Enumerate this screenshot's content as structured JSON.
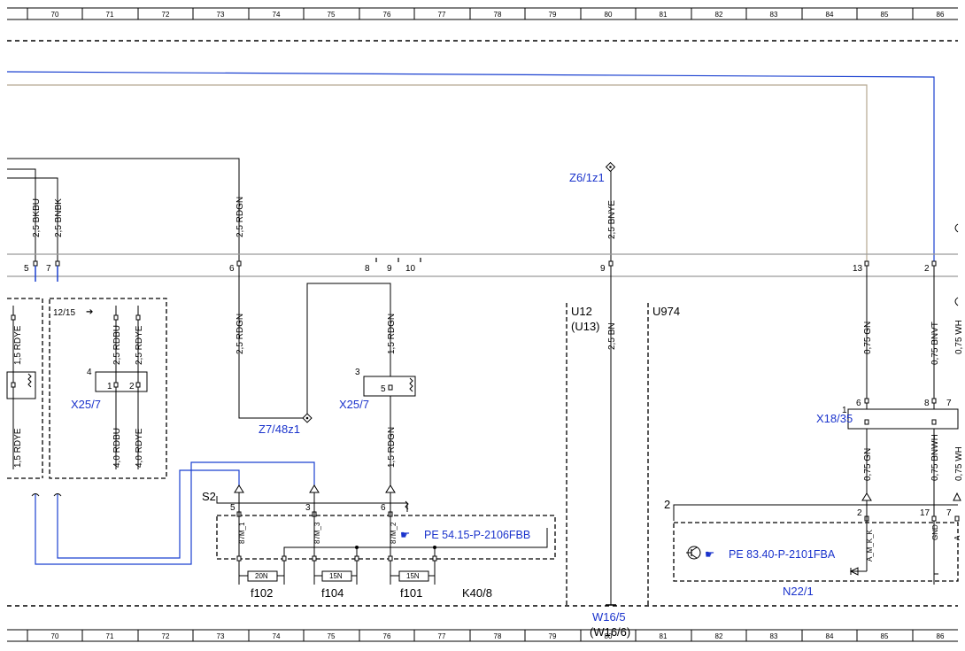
{
  "ruler": {
    "columns": [
      "70",
      "71",
      "72",
      "73",
      "74",
      "75",
      "76",
      "77",
      "78",
      "79",
      "80",
      "81",
      "82",
      "83",
      "84",
      "85",
      "86"
    ]
  },
  "connector_bar": {
    "pins": [
      "5",
      "7",
      "6",
      "8",
      "9",
      "10",
      "9",
      "13",
      "2"
    ]
  },
  "wires": {
    "w_bkbu": "2,5 BKBU",
    "w_bnbk": "2,5 BNBK",
    "w_rdgn_top": "2,5 RDGN",
    "w_bnye": "2,5 BNYE",
    "w_rdgn_left": "2,5 RDGN",
    "w_rdgn_mid": "1,5 RDGN",
    "w_rdgn_low": "1,5 RDGN",
    "w_bn": "2,5 BN",
    "w_gn_top": "0,75 GN",
    "w_bnvt": "0,75 BNVT",
    "w_gn_low": "0,75 GN",
    "w_bnwh": "0,75 BNWH",
    "w_wh_top": "0,75 WH",
    "w_wh_low": "0,75 WH",
    "w_rdye_a": "1,5 RDYE",
    "w_rdye_b": "1,5 RDYE",
    "w_rdbu_a": "2,5 RDBU",
    "w_rdye_c": "2,5 RDYE",
    "w_rdbu_b": "4,0 RDBU",
    "w_rdye_d": "4,0 RDYE"
  },
  "components": {
    "z6": "Z6/1z1",
    "z7": "Z7/48z1",
    "x25_left": "X25/7",
    "x25_mid": "X25/7",
    "x18": "X18/35",
    "u12": "U12",
    "u13": "(U13)",
    "u974": "U974",
    "w16": "W16/5",
    "w16b": "(W16/6)",
    "k40": "K40/8",
    "n22": "N22/1",
    "sheet_ref": "12/15"
  },
  "labels": {
    "s2": "S2",
    "pin_4": "4",
    "pin_1": "1",
    "pin_2": "2",
    "pin_3": "3",
    "pin_5": "5",
    "pin_x18_1": "1",
    "pin_x18_6": "6",
    "pin_x18_8": "8",
    "pin_x18_7": "7",
    "k40_p5": "5",
    "k40_p3": "3",
    "k40_p6": "6",
    "relay_a": "87M_1",
    "relay_b": "87M_3",
    "relay_c": "87M_2",
    "fuse_a": "20N",
    "fuse_b": "15N",
    "fuse_c": "15N",
    "f102": "f102",
    "f104": "f104",
    "f101": "f101",
    "pe_k40": "PE 54.15-P-2106FBB",
    "pe_n22": "PE 83.40-P-2101FBA",
    "n22_pin2": "2",
    "n22_pin17": "17",
    "n22_pin7": "7",
    "n22_box_2": "2",
    "n22_amk": "A_M_K_K",
    "n22_gnd": "GND"
  },
  "colors": {
    "line": "#000000",
    "blue_wire": "#1a40d0",
    "tan_wire": "#b4a890",
    "label_blue": "#1a33cc"
  }
}
